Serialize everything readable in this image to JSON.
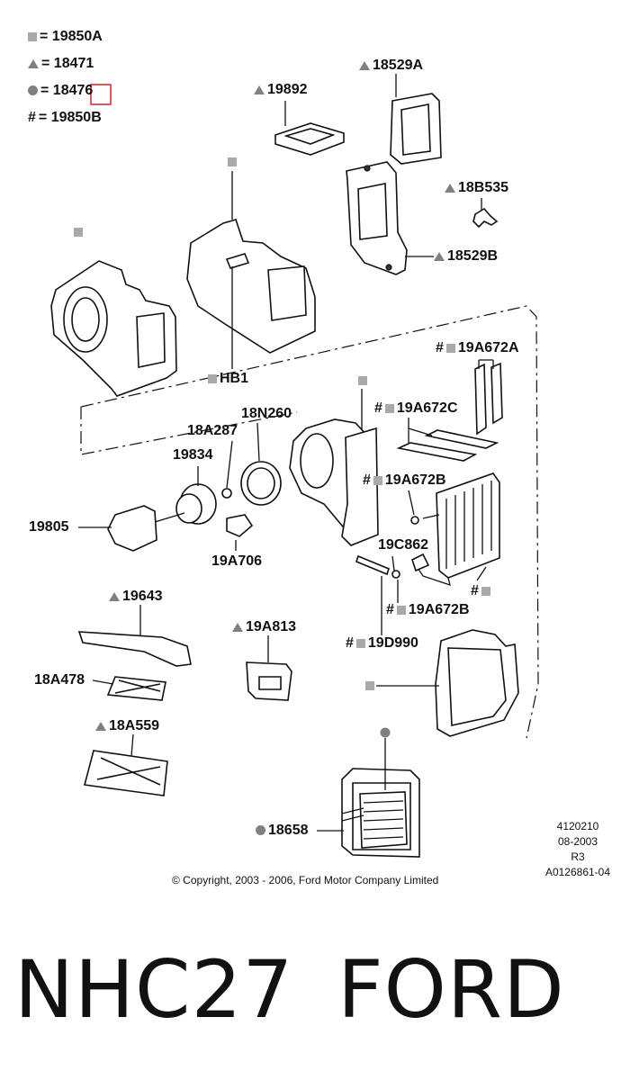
{
  "legend": {
    "square": "= 19850A",
    "triangle": "= 18471",
    "circle": "= 18476",
    "hash": "= 19850B"
  },
  "labels": {
    "p19892": "19892",
    "p18529A": "18529A",
    "p18B535": "18B535",
    "p18529B": "18529B",
    "pHB1": "HB1",
    "p19A672A": "19A672A",
    "p19A672C": "19A672C",
    "p18A287": "18A287",
    "p18N260": "18N260",
    "p19834": "19834",
    "p19A672B_top": "19A672B",
    "p19805": "19805",
    "p19A706": "19A706",
    "p19C862": "19C862",
    "p19643": "19643",
    "p19A672B_bottom": "19A672B",
    "p19A813": "19A813",
    "p19D990": "19D990",
    "p18A478": "18A478",
    "p18A559": "18A559",
    "p18658": "18658"
  },
  "footer": {
    "copyright": "© Copyright, 2003 - 2006, Ford Motor Company Limited",
    "ref1": "4120210",
    "ref2": "08-2003",
    "ref3": "R3",
    "ref4": "A0126861-04"
  },
  "caption": {
    "code": "NHC27",
    "brand": "FORD"
  },
  "colors": {
    "marker_square": "#a9a9a9",
    "marker_triangle": "#808080",
    "marker_circle": "#808080",
    "highlight_box": "#e03030"
  }
}
